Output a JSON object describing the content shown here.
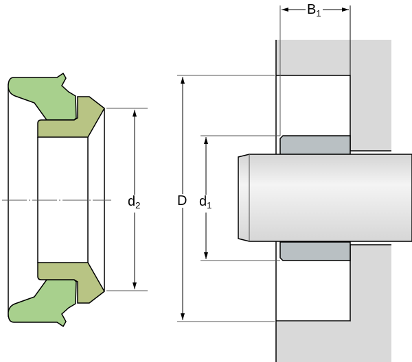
{
  "labels": {
    "d2": {
      "main": "d",
      "sub": "2"
    },
    "D": {
      "main": "D"
    },
    "d1": {
      "main": "d",
      "sub": "1"
    },
    "B1": {
      "main": "B",
      "sub": "1"
    }
  },
  "colors": {
    "seal_lip": "#a8d08d",
    "seal_body": "#b8c484",
    "housing": "#d9d9d9",
    "sleeve": "#b9c0c3",
    "shaft": "#e2e2e2"
  }
}
